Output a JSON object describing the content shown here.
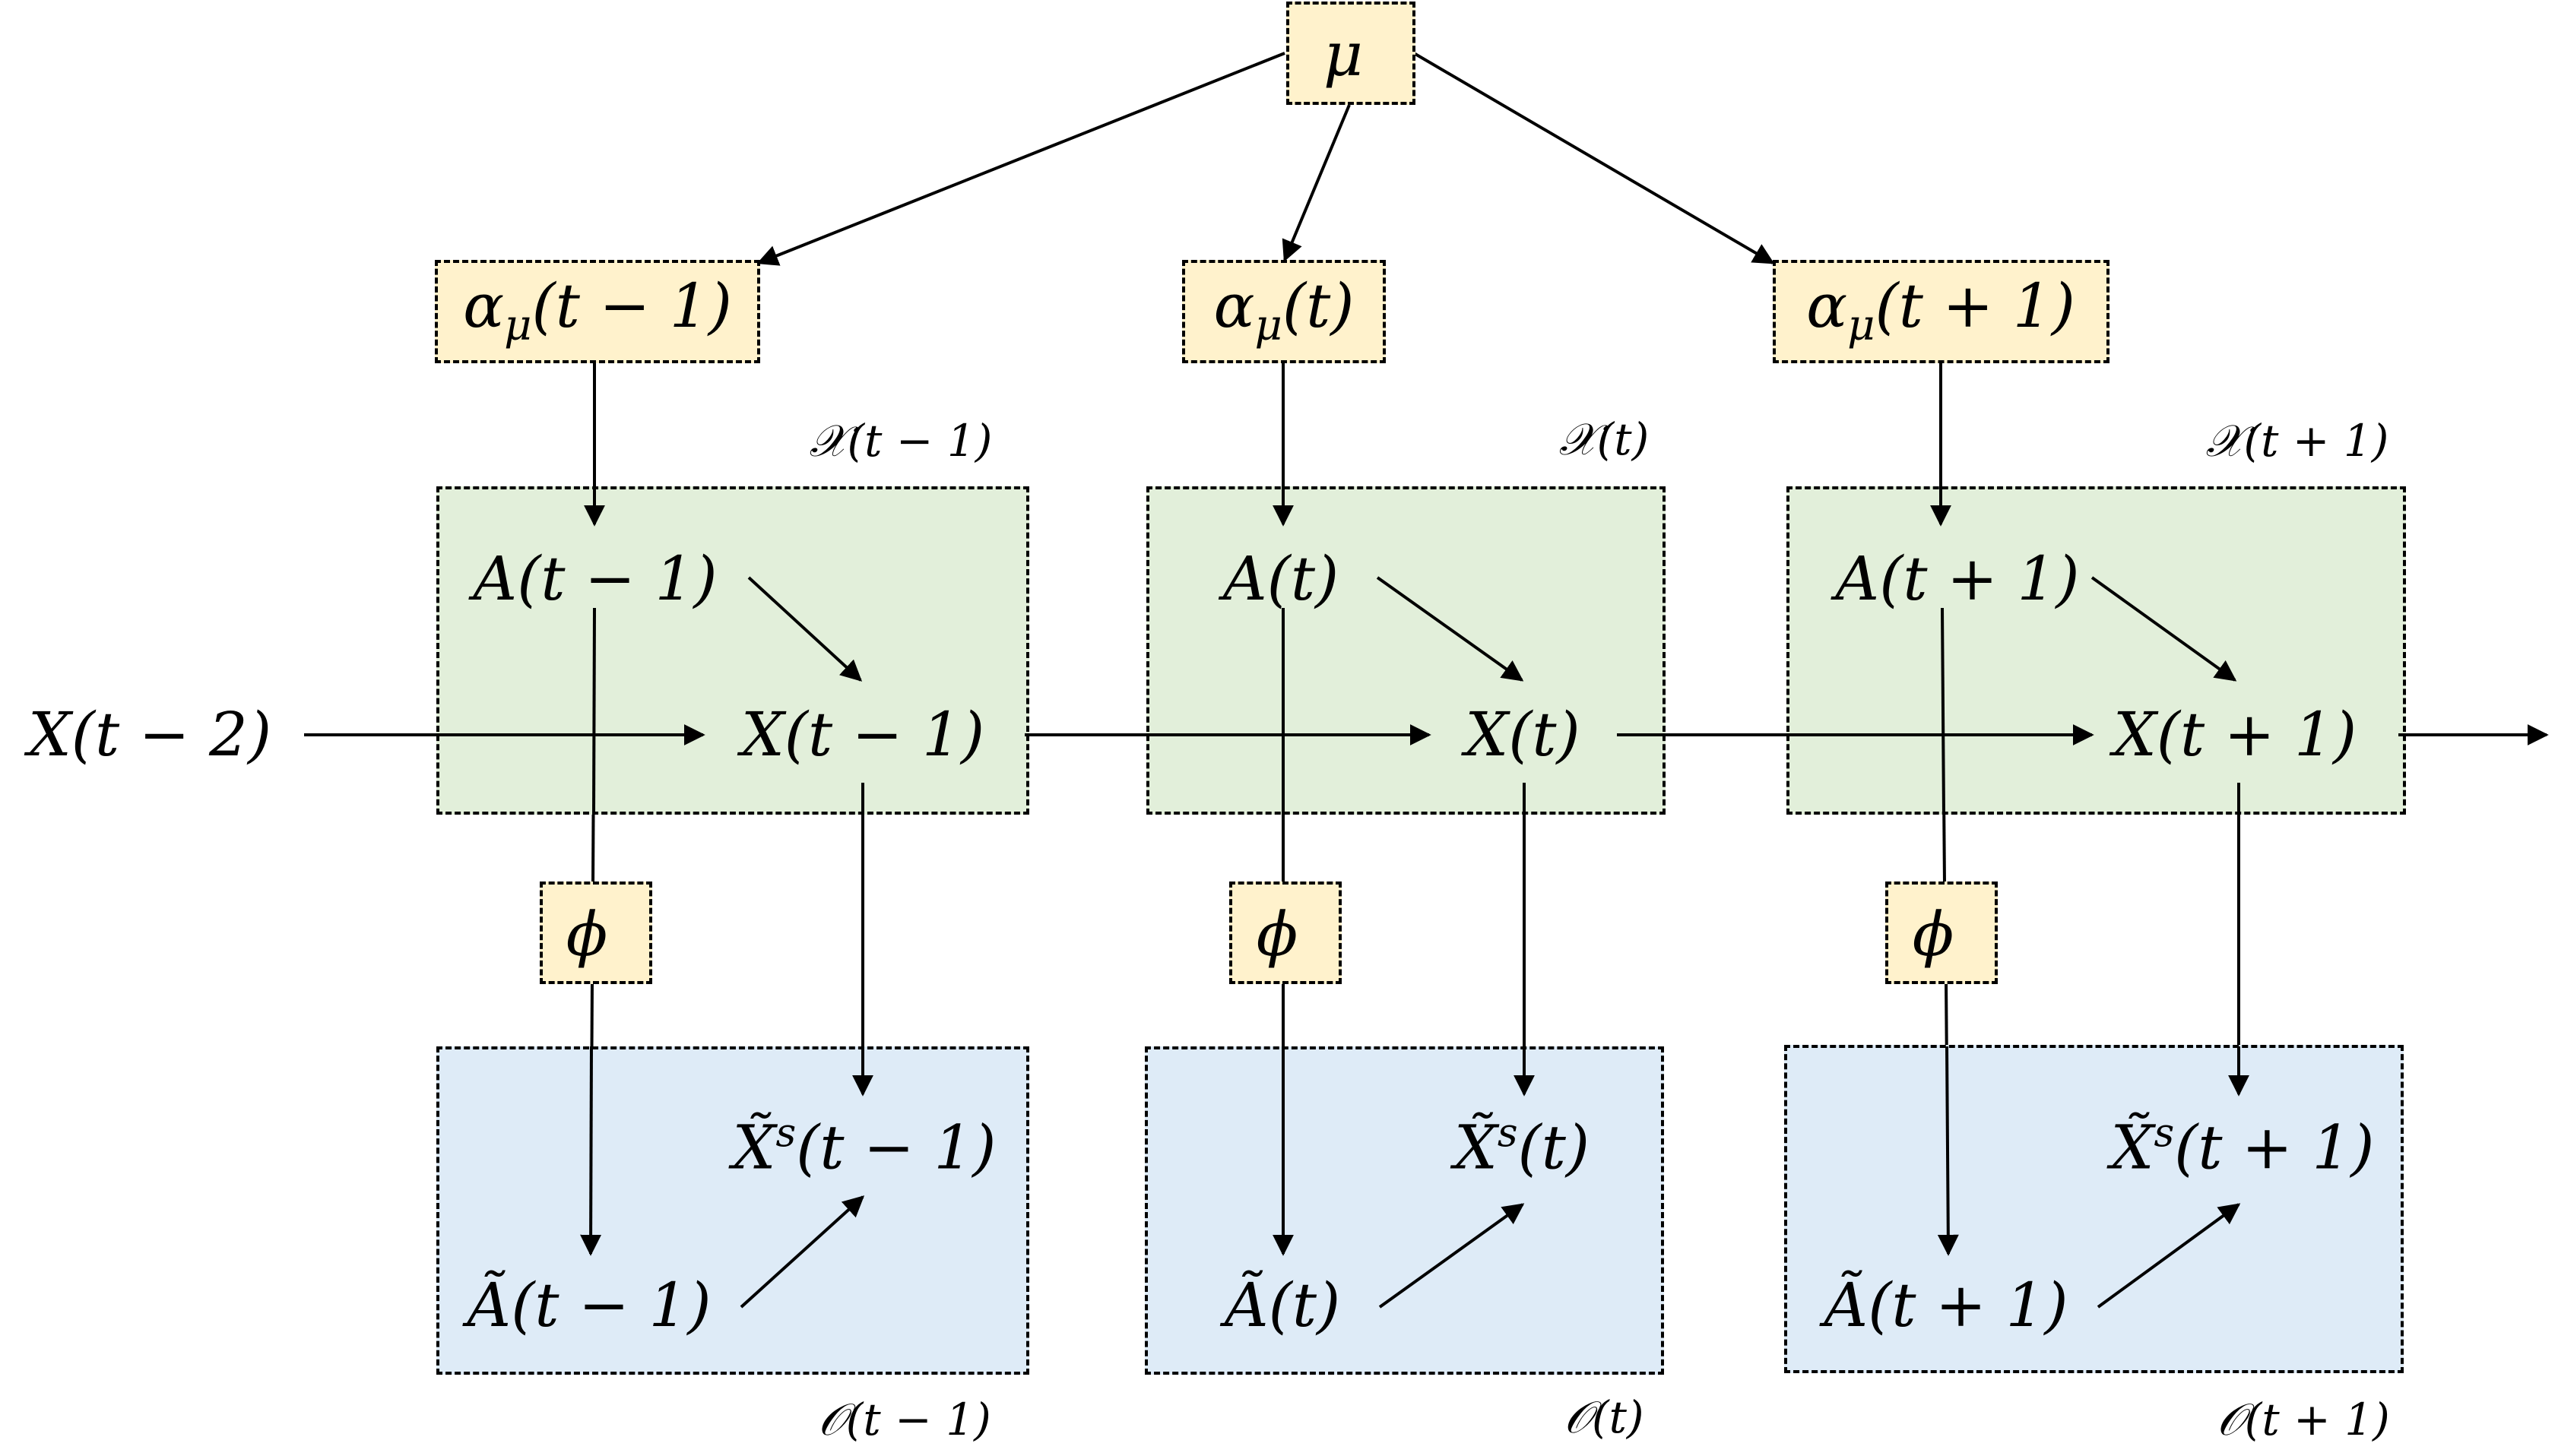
{
  "mu": "μ",
  "alpha": {
    "symbol": "α",
    "sub": "μ",
    "t_minus_1": "(t − 1)",
    "t": "(t)",
    "t_plus_1": "(t + 1)"
  },
  "state_sets": {
    "t_minus_1": "𝒳(t − 1)",
    "t": "𝒳(t)",
    "t_plus_1": "𝒳(t + 1)"
  },
  "obs_sets": {
    "t_minus_1": "𝒪(t − 1)",
    "t": "𝒪(t)",
    "t_plus_1": "𝒪(t + 1)"
  },
  "A": {
    "t_minus_1": "A(t − 1)",
    "t": "A(t)",
    "t_plus_1": "A(t + 1)"
  },
  "X": {
    "t_minus_2": "X(t − 2)",
    "t_minus_1": "X(t − 1)",
    "t": "X(t)",
    "t_plus_1": "X(t + 1)"
  },
  "phi": "ϕ",
  "A_tilde": {
    "t_minus_1": "Ã(t − 1)",
    "t": "Ã(t)",
    "t_plus_1": "Ã(t + 1)"
  },
  "Xs": {
    "base": "X̃",
    "sup": "s",
    "t_minus_1": "(t − 1)",
    "t": "(t)",
    "t_plus_1": "(t + 1)"
  }
}
